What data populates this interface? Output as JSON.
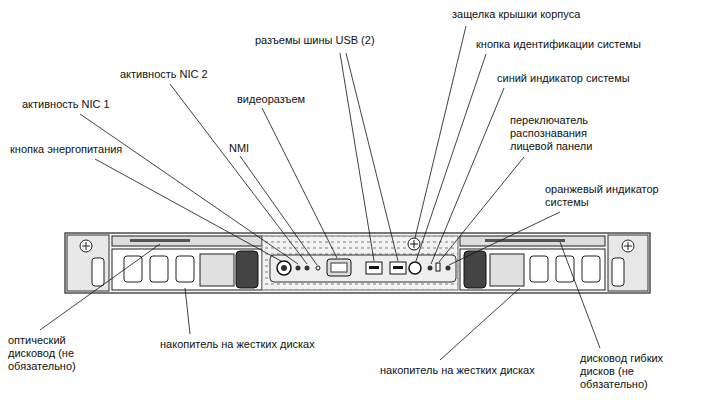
{
  "diagram": {
    "labels": [
      "защелка крышки корпуса",
      "разъемы шины USB (2)",
      "кнопка идентификации системы",
      "активность NIC 2",
      "видеоразъем",
      "синий индикатор системы",
      "активность NIC 1",
      "NMI",
      "переключатель распознавания лицевой панели",
      "кнопка энергопитания",
      "оранжевый индикатор системы",
      "оптический дисковод (не обязательно)",
      "накопитель на жестких дисках",
      "накопитель на жестких дисках",
      "дисковод гибких дисков (не обязательно)"
    ]
  }
}
